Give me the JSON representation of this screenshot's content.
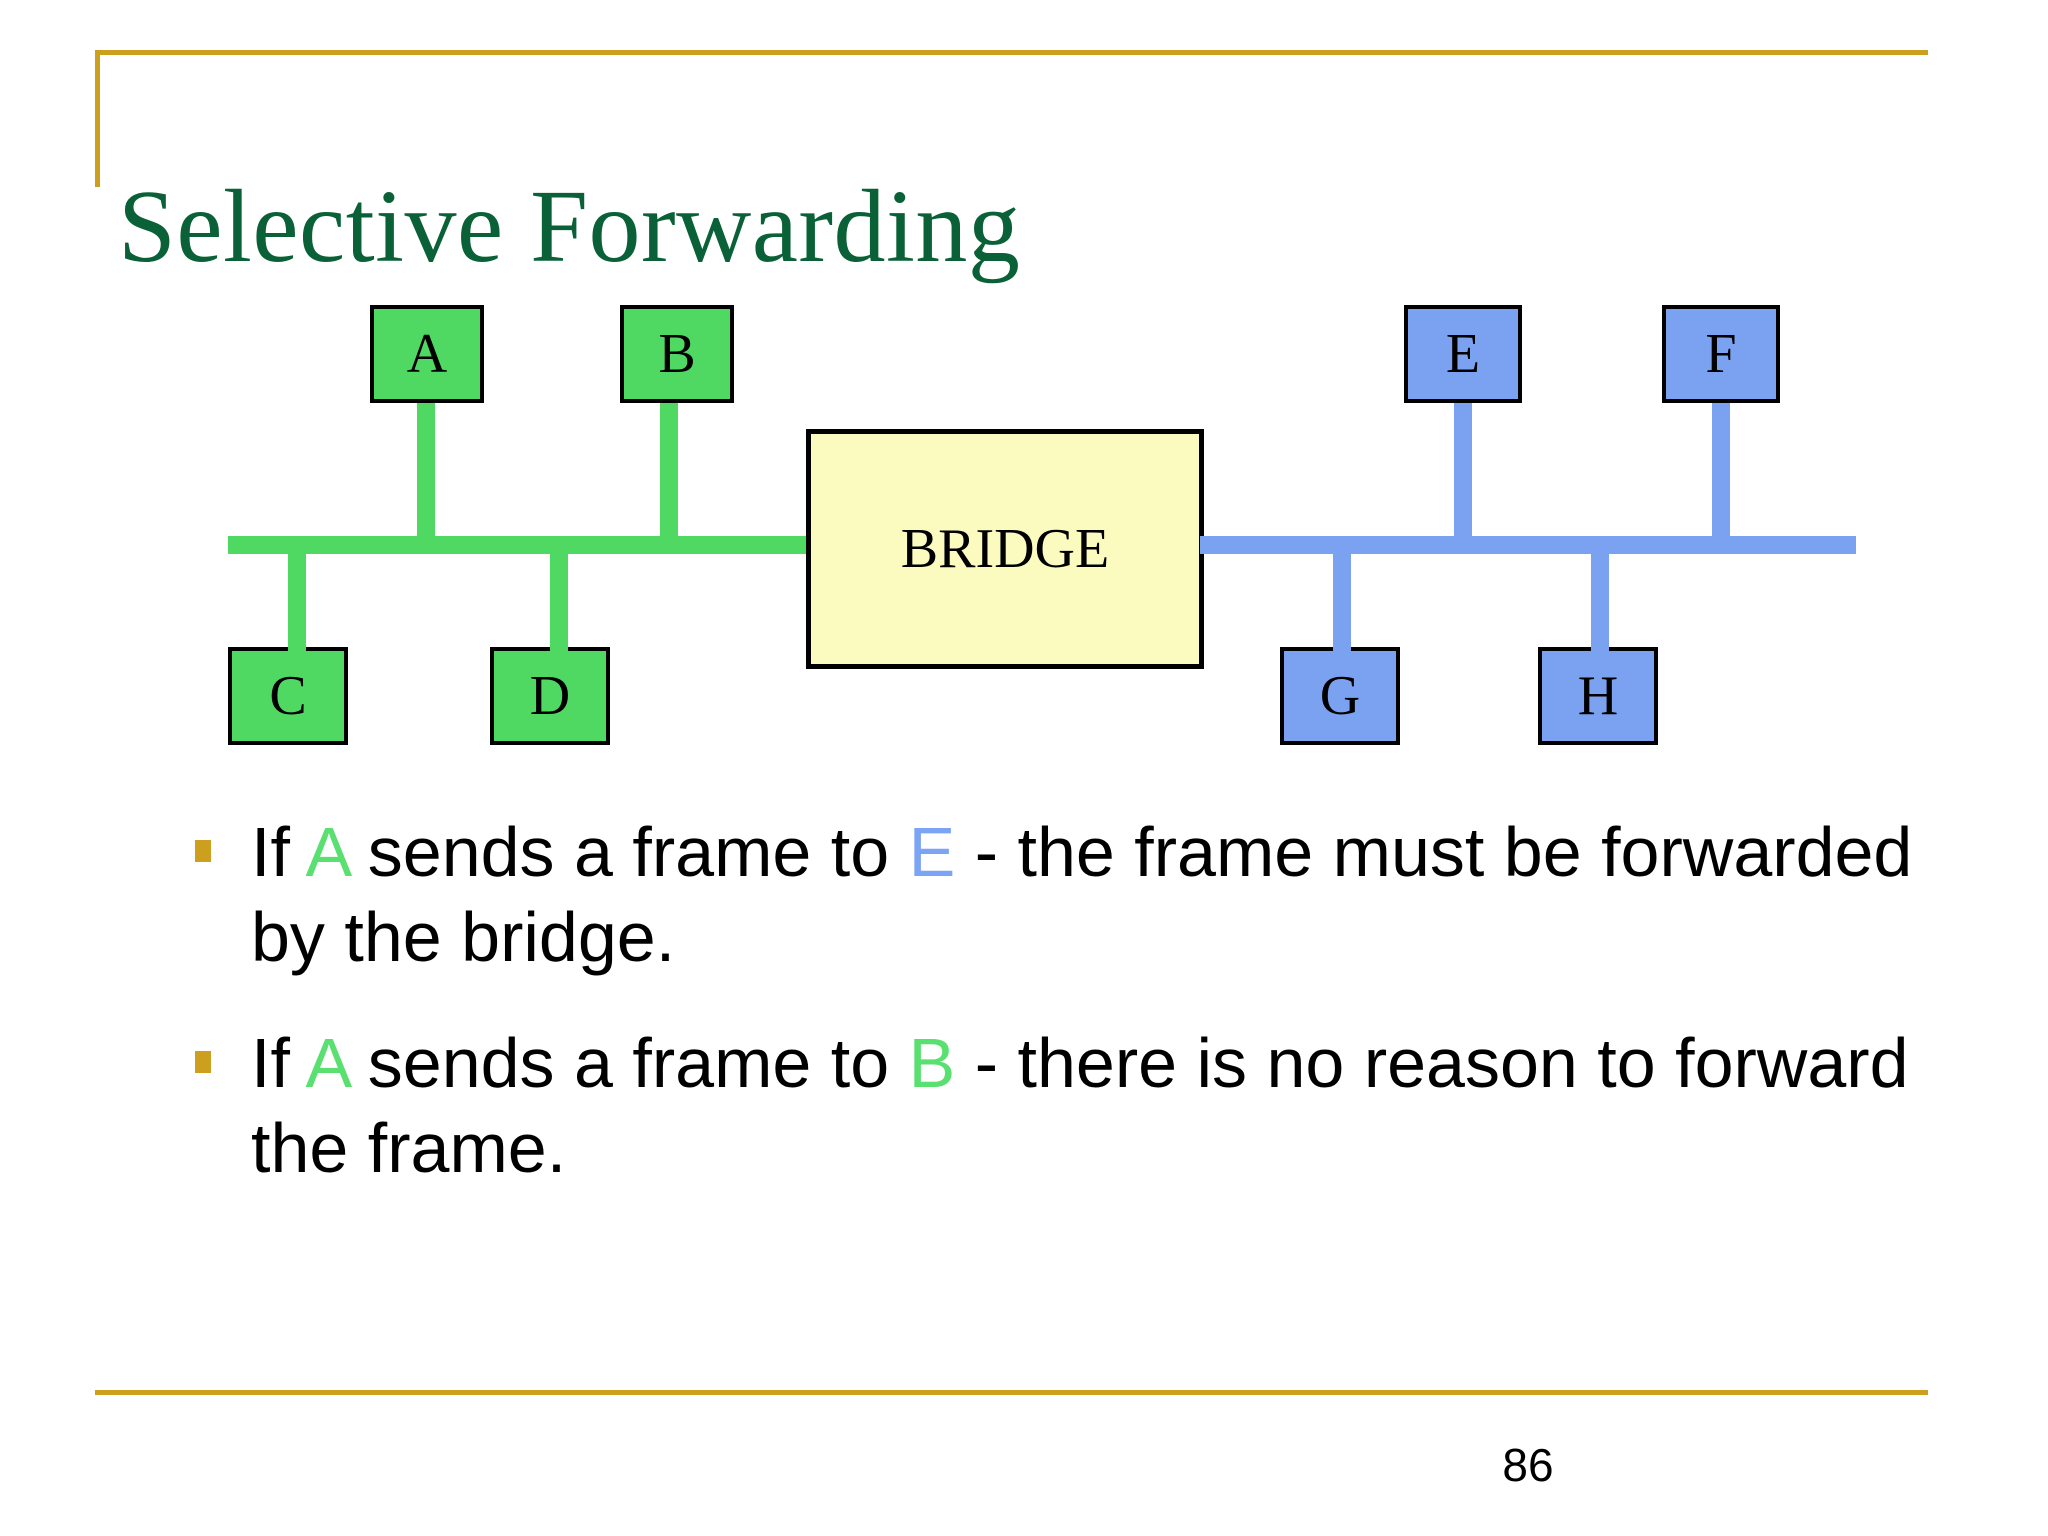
{
  "slide": {
    "title": "Selective Forwarding",
    "page_number": "86",
    "accent_gold": "#cca01e",
    "title_color": "#0a6137"
  },
  "diagram": {
    "bridge_label": "BRIDGE",
    "bridge_fill": "#fbfbc0",
    "left_segment": {
      "color": "#4fd963",
      "top_nodes": [
        {
          "label": "A"
        },
        {
          "label": "B"
        }
      ],
      "bottom_nodes": [
        {
          "label": "C"
        },
        {
          "label": "D"
        }
      ]
    },
    "right_segment": {
      "color": "#7aa2f0",
      "top_nodes": [
        {
          "label": "E"
        },
        {
          "label": "F"
        }
      ],
      "bottom_nodes": [
        {
          "label": "G"
        },
        {
          "label": "H"
        }
      ]
    }
  },
  "bullets": [
    {
      "marker": "square-bullet",
      "parts": [
        {
          "text": "If ",
          "color": "black"
        },
        {
          "text": "A",
          "color": "green"
        },
        {
          "text": " sends a frame to ",
          "color": "black"
        },
        {
          "text": "E",
          "color": "blue"
        },
        {
          "text": "  - the frame must be forwarded by the bridge.",
          "color": "black"
        }
      ]
    },
    {
      "marker": "square-bullet",
      "parts": [
        {
          "text": "If ",
          "color": "black"
        },
        {
          "text": "A",
          "color": "green"
        },
        {
          "text": " sends a frame to ",
          "color": "black"
        },
        {
          "text": "B",
          "color": "green"
        },
        {
          "text": " - there is no reason to forward the frame.",
          "color": "black"
        }
      ]
    }
  ]
}
